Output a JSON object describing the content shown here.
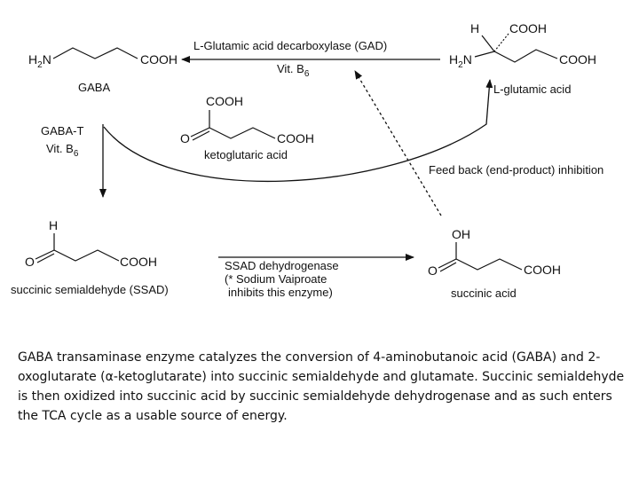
{
  "molecules": {
    "gaba": {
      "left_group": "H",
      "left_sub": "2",
      "left_tail": "N",
      "right_group": "COOH",
      "name": "GABA"
    },
    "glutamic": {
      "top_h": "H",
      "top_cooh": "COOH",
      "left_group": "H",
      "left_sub": "2",
      "left_tail": "N",
      "right_group": "COOH",
      "name": "L-glutamic acid"
    },
    "ketoglutaric": {
      "top_cooh": "COOH",
      "left_o": "O",
      "right_cooh": "COOH",
      "name": "ketoglutaric acid"
    },
    "ssad": {
      "top_h": "H",
      "left_o": "O",
      "right_cooh": "COOH",
      "name": "succinic semialdehyde (SSAD)"
    },
    "succinic": {
      "top_oh": "OH",
      "left_o": "O",
      "right_cooh": "COOH",
      "name": "succinic acid"
    }
  },
  "enzymes": {
    "gad": {
      "name": "L-Glutamic acid decarboxylase (GAD)",
      "cofactor_text": "Vit. B",
      "cofactor_sub": "6"
    },
    "gabat": {
      "name": "GABA-T",
      "cofactor_text": "Vit. B",
      "cofactor_sub": "6"
    },
    "ssad_dh": {
      "line1": "SSAD  dehydrogenase",
      "line2": "(* Sodium Vaiproate",
      "line3": "inhibits this enzyme)"
    }
  },
  "feedback_label": "Feed back (end-product) inhibition",
  "caption": {
    "part1": "GABA transaminase enzyme catalyzes the conversion of 4-aminobutanoic acid (GABA) and 2-oxoglutarate (",
    "alpha": "α",
    "part2": "-ketoglutarate) into succinic semialdehyde and glutamate. Succinic semialdehyde is then oxidized into succinic acid by succinic semialdehyde dehydrogenase and as such enters the TCA cycle as a usable source of energy."
  }
}
